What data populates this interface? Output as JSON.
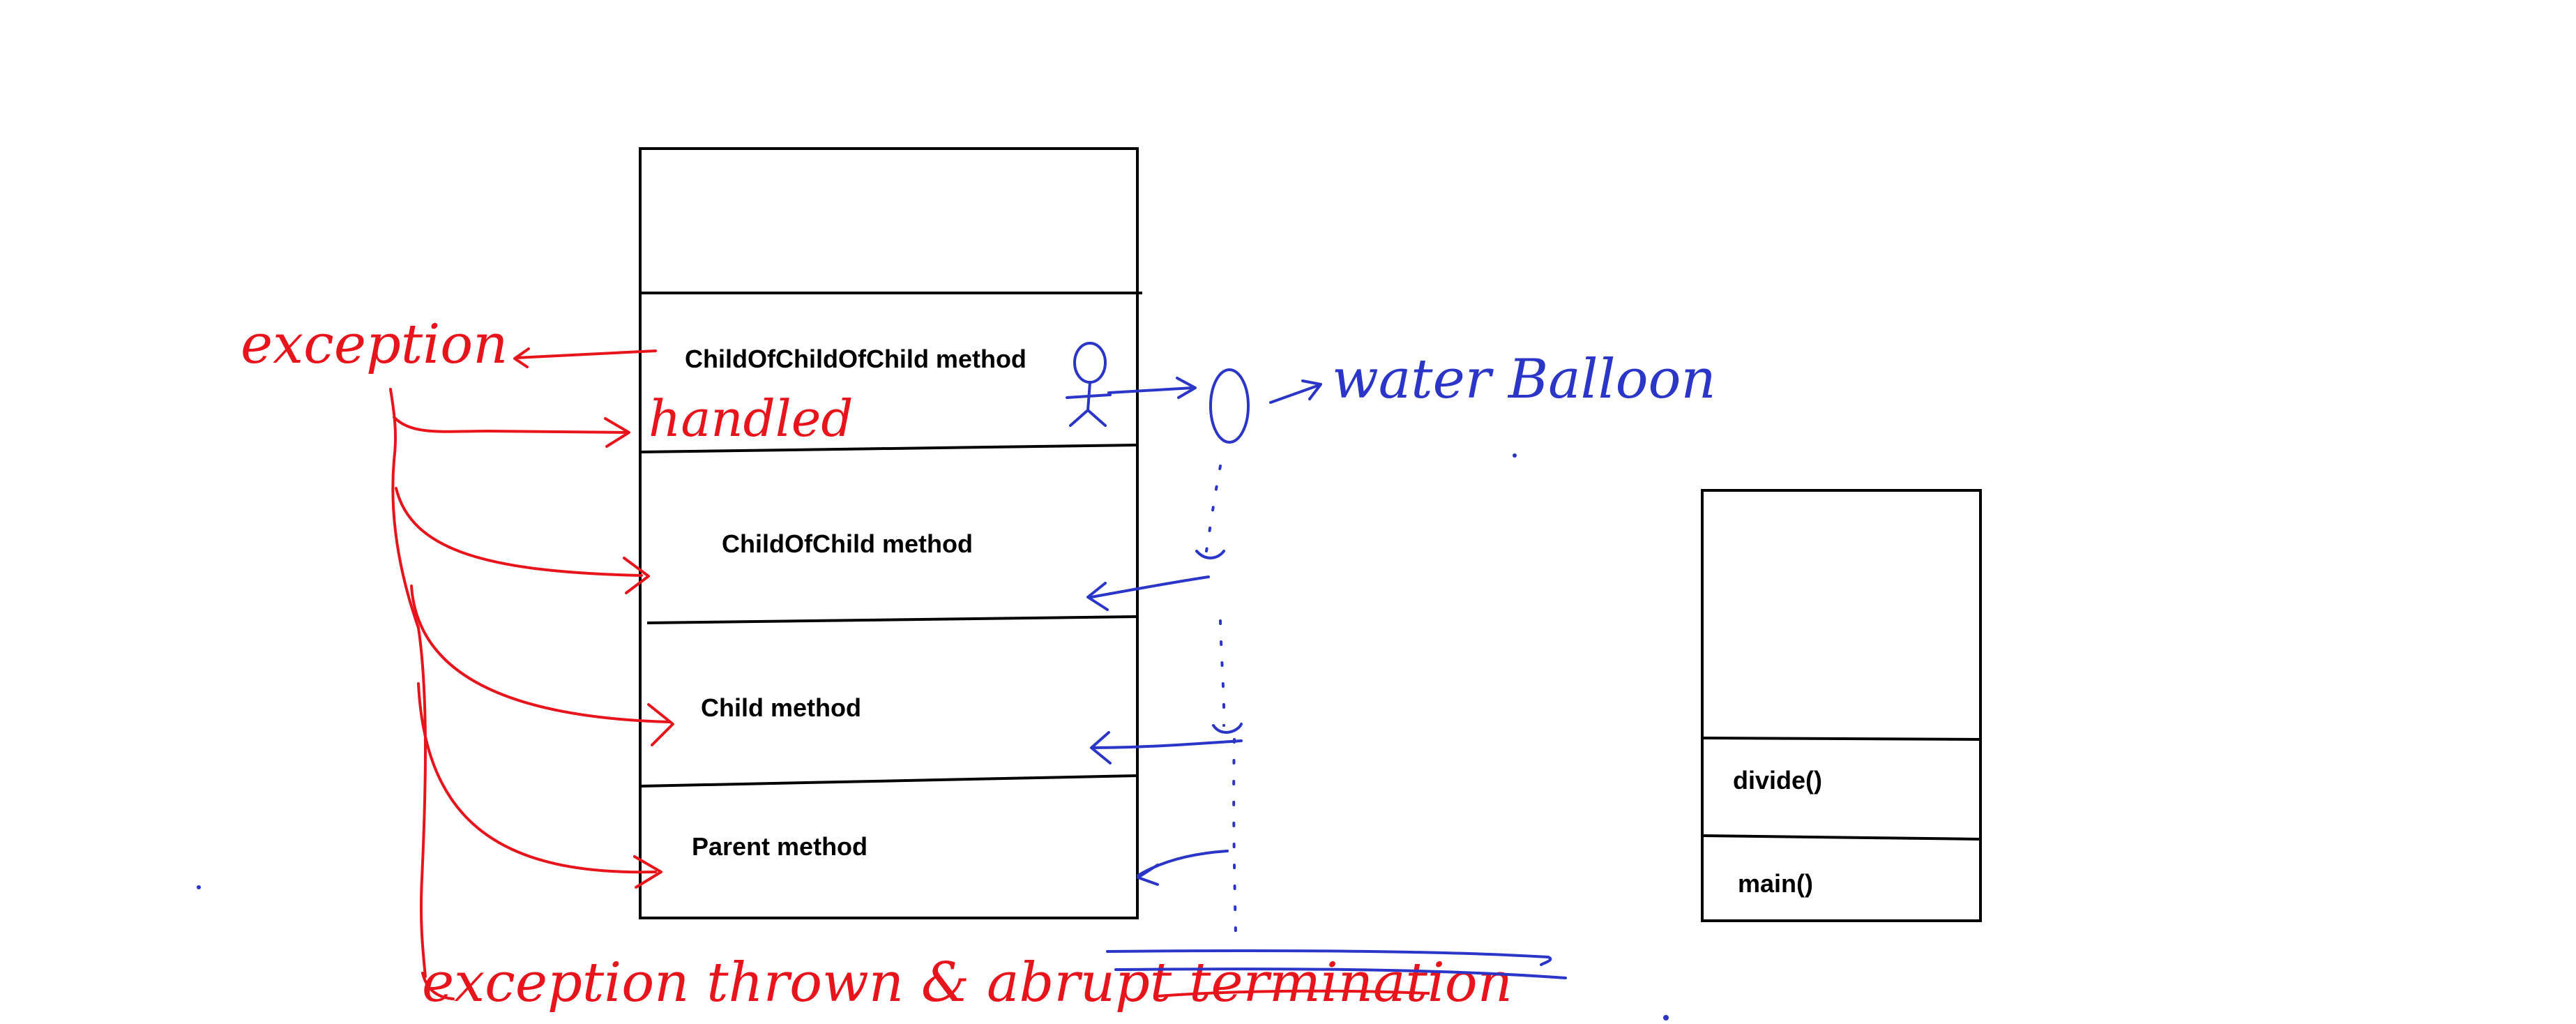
{
  "call_stack": {
    "frames": [
      "ChildOfChildOfChild method",
      "ChildOfChild method",
      "Child method",
      "Parent method"
    ]
  },
  "second_stack": {
    "frames": [
      "divide()",
      "main()"
    ]
  },
  "annotations": {
    "exception_label": "exception",
    "handled_label": "handled",
    "bottom_label": "exception thrown & abrupt termination",
    "water_balloon_label": "water Balloon"
  },
  "colors": {
    "red_ink": "#e8141c",
    "blue_ink": "#2b35c8",
    "box_stroke": "#000000"
  }
}
